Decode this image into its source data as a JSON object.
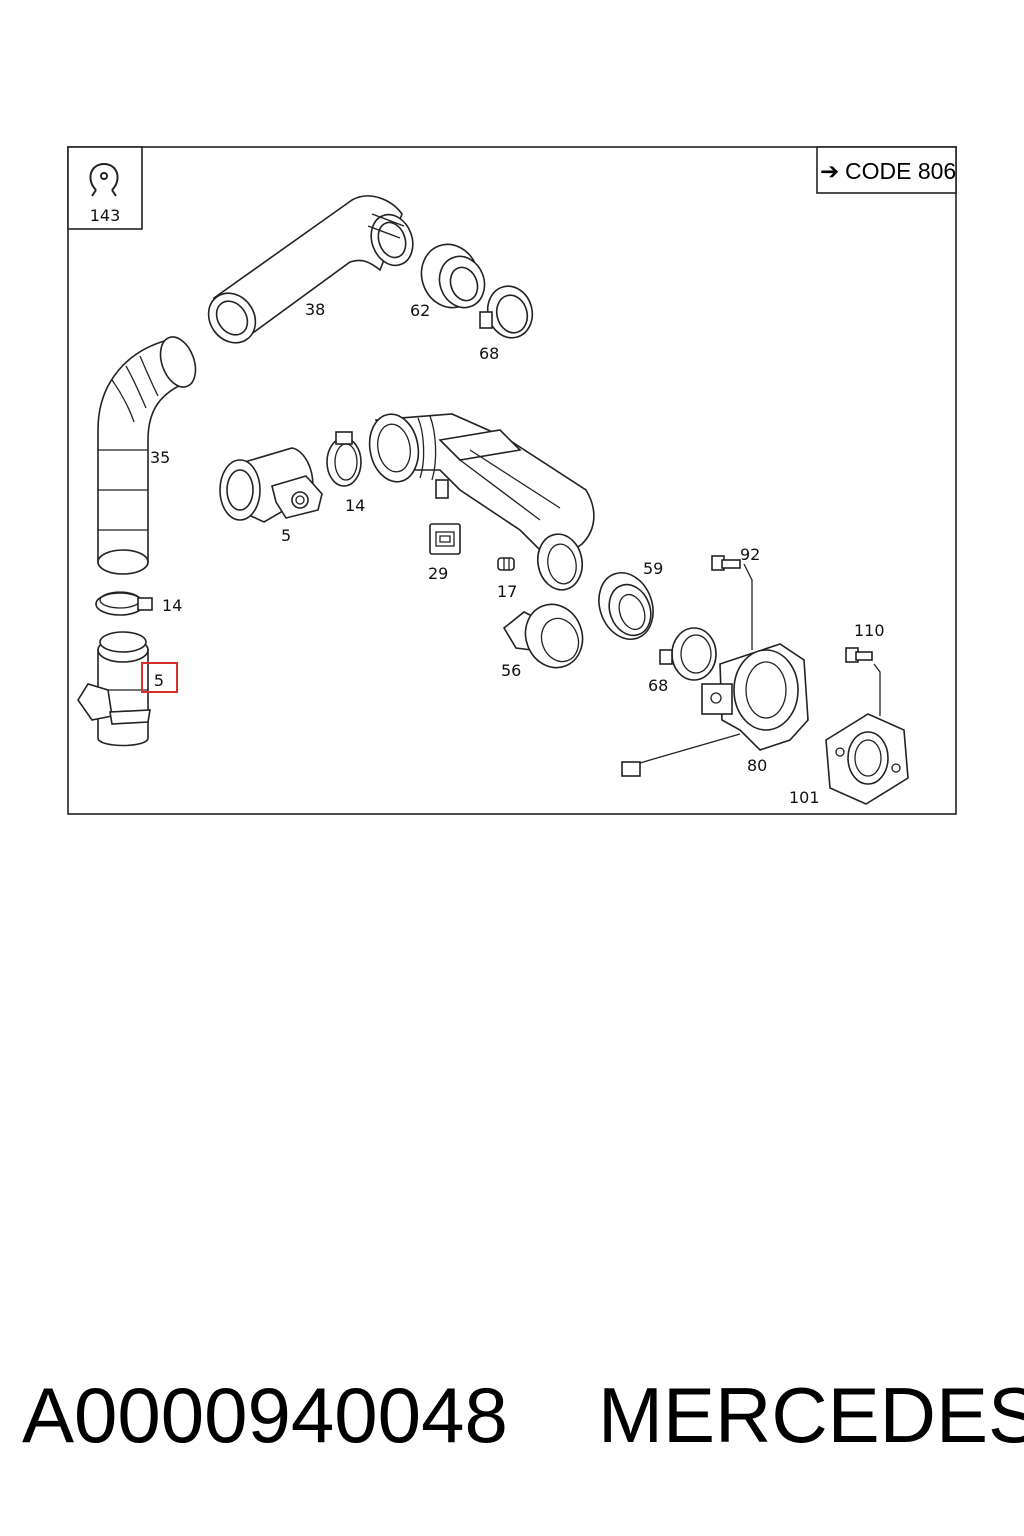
{
  "code_box": {
    "arrow": "➔",
    "text": "CODE 806"
  },
  "legend": {
    "icon": "hose-clip-icon",
    "number": "143"
  },
  "callouts": {
    "hose_upper": "38",
    "seal_upper": "62",
    "clamp_upper": "68",
    "hose_left": "35",
    "clamp_mid": "14",
    "maf_upper": "5",
    "clamp_left": "14",
    "maf_lower": "5",
    "connector": "29",
    "nipple": "17",
    "sleeve": "59",
    "elbow": "56",
    "clamp_lower": "68",
    "screw_92": "92",
    "throttle": "80",
    "screw_110": "110",
    "gasket": "101"
  },
  "highlight": {
    "callout": "maf_lower",
    "color": "#d32f2f"
  },
  "footer": {
    "part_number": "A0000940048",
    "brand": "MERCEDES"
  }
}
